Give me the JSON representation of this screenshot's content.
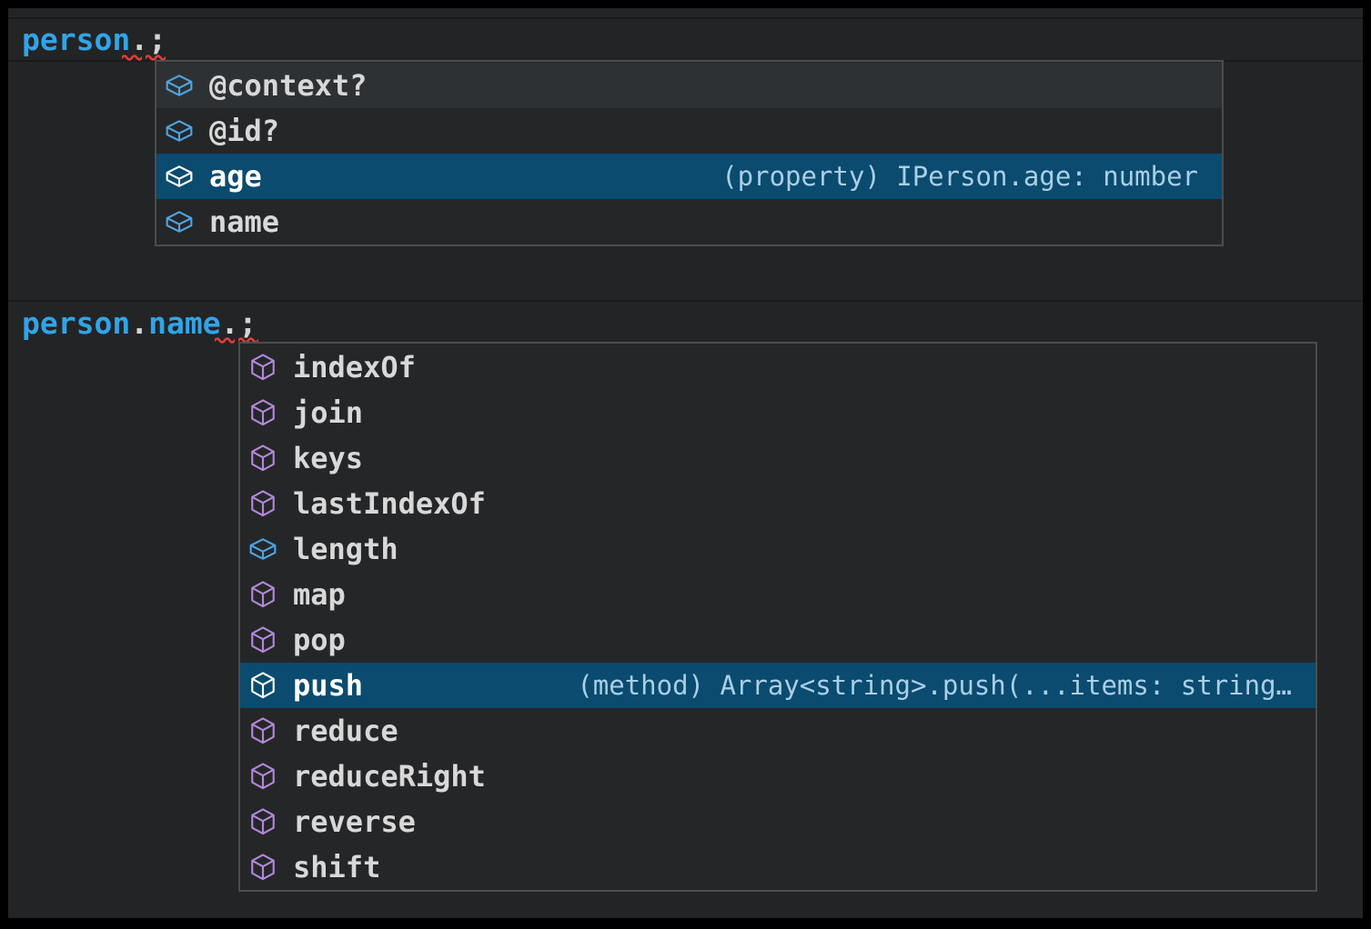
{
  "colors": {
    "editor_bg": "#232425",
    "frame_bg": "#000000",
    "current_line_border": "#1b1b1d",
    "identifier": "#31a4e8",
    "punctuation": "#d4d4d4",
    "error_squiggle": "#e23c3c",
    "selection_bg": "#0a4b6f",
    "menu_bg": "#252628",
    "menu_border": "#4a4d50",
    "hover_bg": "#2e3134",
    "item_text": "#d8d8d8",
    "item_text_selected": "#ffffff",
    "detail_text": "#aacfe6",
    "icon_field": "#4da4e0",
    "icon_method": "#b287d9",
    "icon_selected": "#ffffff"
  },
  "editor": {
    "lines": [
      {
        "tokens": [
          {
            "text": "person",
            "role": "identifier"
          },
          {
            "text": ".",
            "role": "punctuation"
          },
          {
            "text": ";",
            "role": "punctuation"
          }
        ]
      },
      {
        "tokens": [
          {
            "text": "person",
            "role": "identifier"
          },
          {
            "text": ".",
            "role": "punctuation"
          },
          {
            "text": "name",
            "role": "identifier"
          },
          {
            "text": ".",
            "role": "punctuation"
          },
          {
            "text": ";",
            "role": "punctuation"
          }
        ]
      }
    ]
  },
  "suggest_menus": [
    {
      "name": "person-member-suggestions",
      "items": [
        {
          "label": "@context?",
          "kind": "field",
          "state": "hovered"
        },
        {
          "label": "@id?",
          "kind": "field",
          "state": "default"
        },
        {
          "label": "age",
          "kind": "field",
          "state": "selected",
          "detail": "(property) IPerson.age: number"
        },
        {
          "label": "name",
          "kind": "field",
          "state": "default"
        }
      ]
    },
    {
      "name": "string-member-suggestions",
      "items": [
        {
          "label": "indexOf",
          "kind": "method",
          "state": "default"
        },
        {
          "label": "join",
          "kind": "method",
          "state": "default"
        },
        {
          "label": "keys",
          "kind": "method",
          "state": "default"
        },
        {
          "label": "lastIndexOf",
          "kind": "method",
          "state": "default"
        },
        {
          "label": "length",
          "kind": "field",
          "state": "default"
        },
        {
          "label": "map",
          "kind": "method",
          "state": "default"
        },
        {
          "label": "pop",
          "kind": "method",
          "state": "default"
        },
        {
          "label": "push",
          "kind": "method",
          "state": "selected",
          "detail": "(method) Array<string>.push(...items: string…"
        },
        {
          "label": "reduce",
          "kind": "method",
          "state": "default"
        },
        {
          "label": "reduceRight",
          "kind": "method",
          "state": "default"
        },
        {
          "label": "reverse",
          "kind": "method",
          "state": "default"
        },
        {
          "label": "shift",
          "kind": "method",
          "state": "default"
        }
      ]
    }
  ]
}
